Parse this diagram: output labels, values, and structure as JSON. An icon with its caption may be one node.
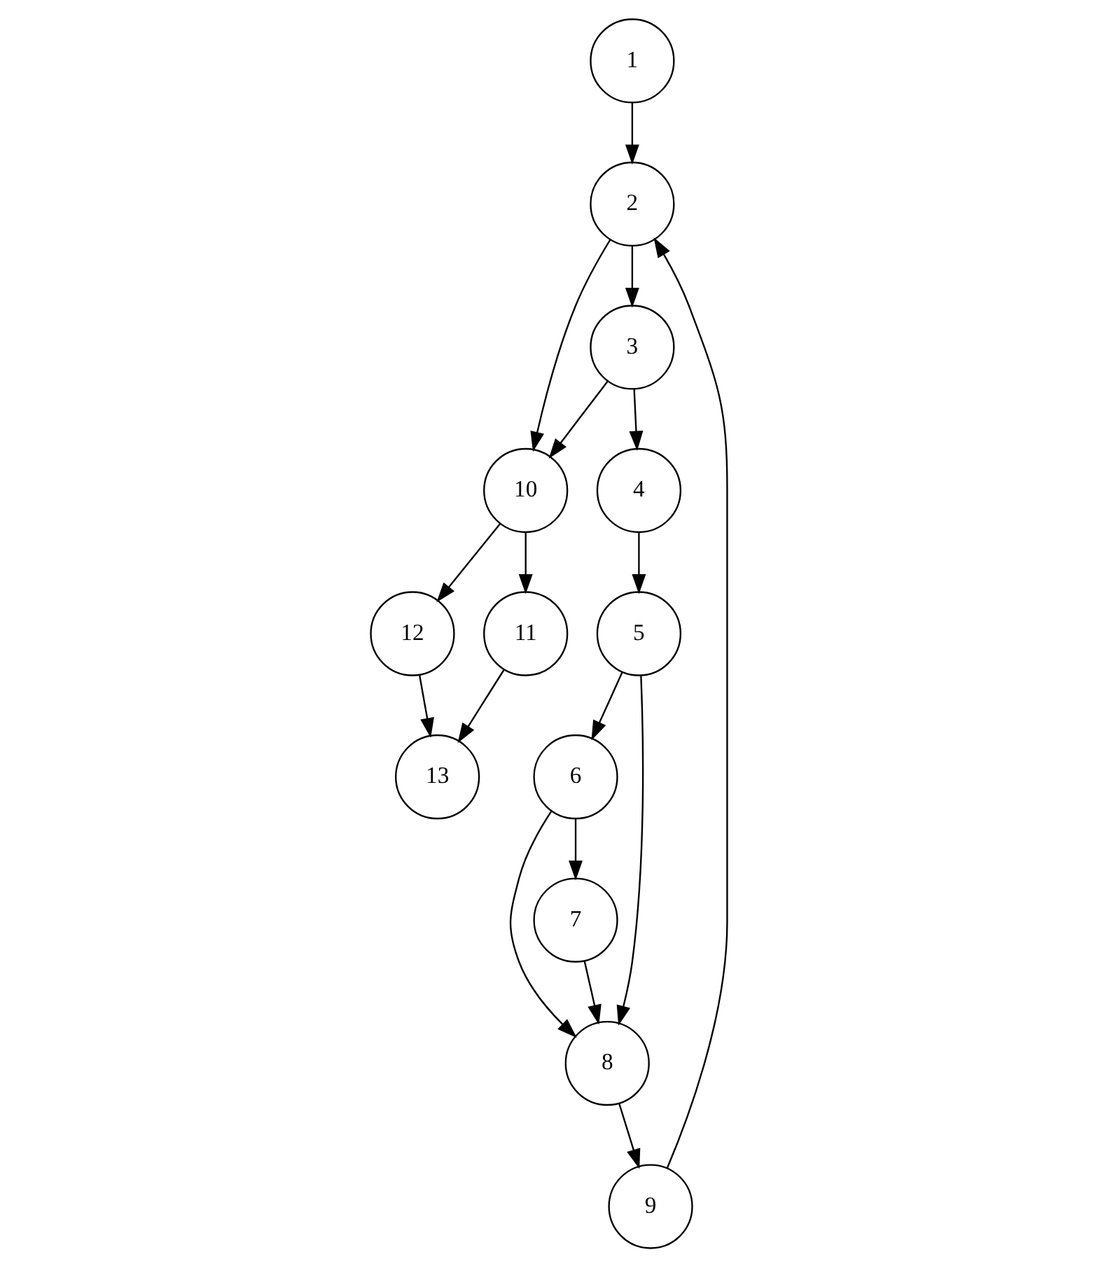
{
  "diagram": {
    "nodes": [
      {
        "text": [
          "1"
        ]
      },
      {
        "text": [
          "2"
        ]
      },
      {
        "text": [
          "3"
        ]
      },
      {
        "text": [
          "10"
        ]
      },
      {
        "text": [
          "4"
        ]
      },
      {
        "text": [
          "12"
        ]
      },
      {
        "text": [
          "11"
        ]
      },
      {
        "text": [
          "5"
        ]
      },
      {
        "text": [
          "13"
        ]
      },
      {
        "text": [
          "6"
        ]
      },
      {
        "text": [
          "8"
        ]
      },
      {
        "text": [
          "7"
        ]
      },
      {
        "text": [
          "9"
        ]
      }
    ],
    "edges": [
      {
        "from": 0,
        "to": 1,
        "arrow": "to"
      },
      {
        "from": 1,
        "to": 2,
        "arrow": "to"
      },
      {
        "from": 1,
        "to": 3,
        "arrow": "to"
      },
      {
        "from": 2,
        "to": 3,
        "arrow": "to"
      },
      {
        "from": 2,
        "to": 4,
        "arrow": "to"
      },
      {
        "from": 3,
        "to": 5,
        "arrow": "to"
      },
      {
        "from": 3,
        "to": 6,
        "arrow": "to"
      },
      {
        "from": 5,
        "to": 8,
        "arrow": "to"
      },
      {
        "from": 6,
        "to": 8,
        "arrow": "to"
      },
      {
        "from": 4,
        "to": 7,
        "arrow": "to"
      },
      {
        "from": 7,
        "to": 9,
        "arrow": "to"
      },
      {
        "from": 7,
        "to": 10,
        "arrow": "to"
      },
      {
        "from": 9,
        "to": 10,
        "arrow": "to"
      },
      {
        "from": 9,
        "to": 11,
        "arrow": "to"
      },
      {
        "from": 11,
        "to": 10,
        "arrow": "to"
      },
      {
        "from": 10,
        "to": 12,
        "arrow": "to"
      },
      {
        "from": 12,
        "to": 1,
        "arrow": "to"
      }
    ]
  }
}
